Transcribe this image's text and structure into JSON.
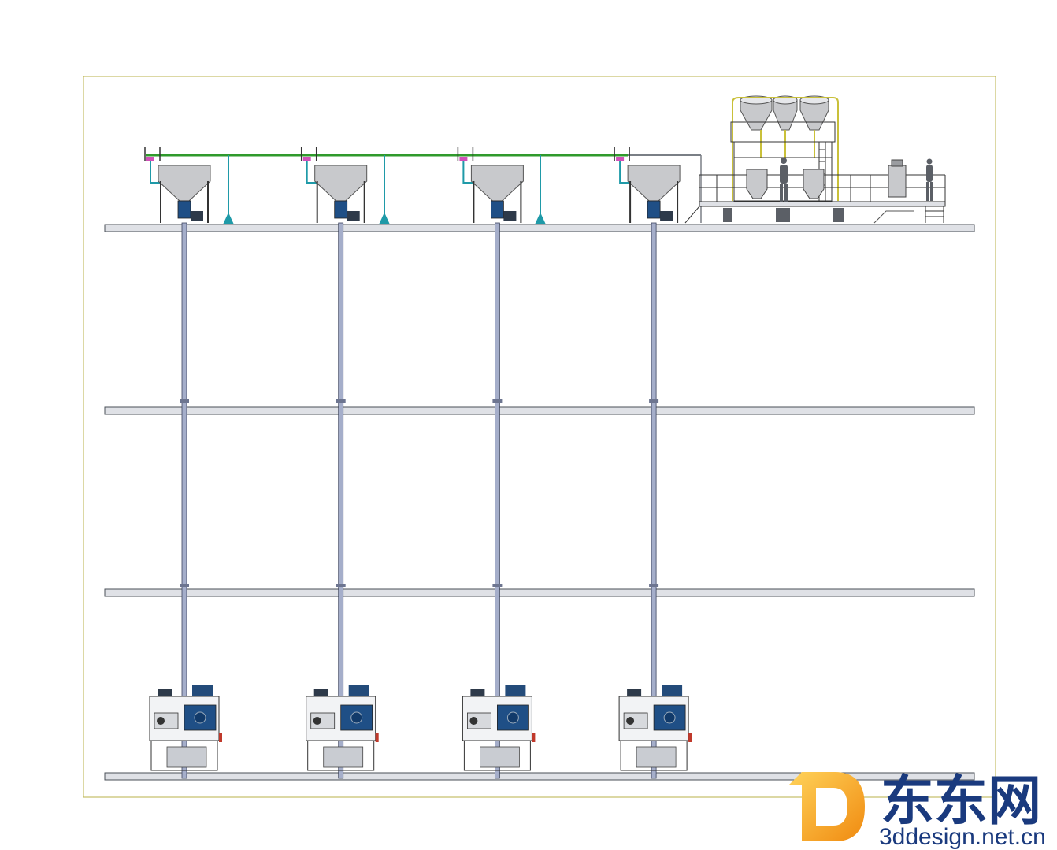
{
  "drawing": {
    "floor_count": 4,
    "line_count": 4
  },
  "watermark": {
    "brand_cn": "东东网",
    "url": "3ddesign.net.cn"
  },
  "colors": {
    "frame": "#b8b24a",
    "slab_fill": "#dfe1e6",
    "slab_stroke": "#4a4f57",
    "pipe_fill": "#a5aeca",
    "pipe_stroke": "#3e4660",
    "header_green": "#2f9a2c",
    "pink": "#d050b8",
    "teal": "#1f9aa8",
    "hopper": "#c8c9cc",
    "machine_blue": "#1f4f86",
    "watermark_orange": "#f6a623",
    "watermark_blue": "#1a3a7e"
  }
}
